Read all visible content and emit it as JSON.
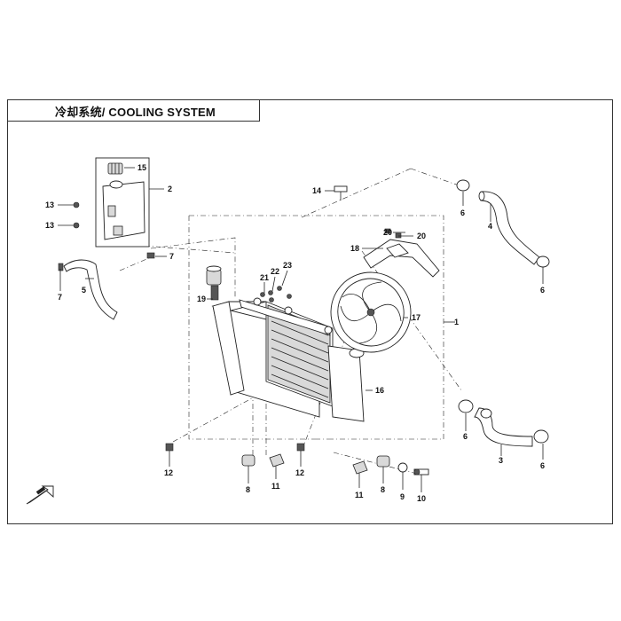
{
  "title": "冷却系统/ COOLING SYSTEM",
  "callouts": {
    "c1": "1",
    "c2": "2",
    "c3": "3",
    "c4": "4",
    "c5": "5",
    "c6a": "6",
    "c6b": "6",
    "c6c": "6",
    "c6d": "6",
    "c7a": "7",
    "c7b": "7",
    "c8a": "8",
    "c8b": "8",
    "c9": "9",
    "c10": "10",
    "c11a": "11",
    "c11b": "11",
    "c12a": "12",
    "c12b": "12",
    "c13a": "13",
    "c13b": "13",
    "c14": "14",
    "c15": "15",
    "c16": "16",
    "c17": "17",
    "c18": "18",
    "c19": "19",
    "c20a": "20",
    "c20b": "20",
    "c21": "21",
    "c22": "22",
    "c23": "23"
  },
  "icons": {
    "front_arrow": "front-direction-arrow-icon"
  }
}
